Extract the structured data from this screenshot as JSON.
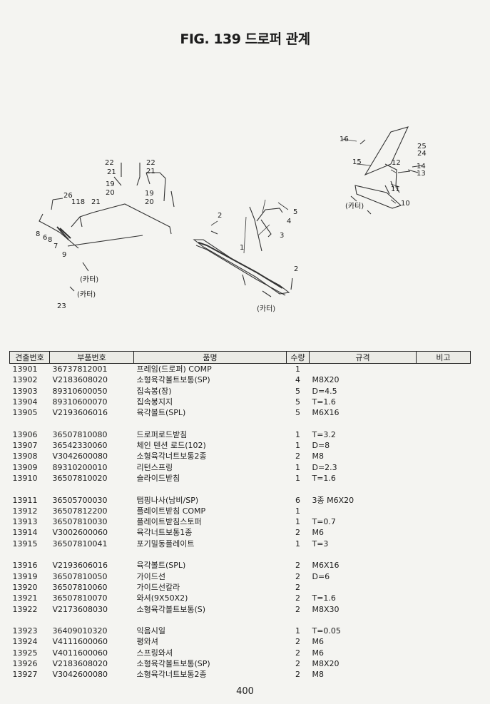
{
  "page_title": "FIG. 139 드로퍼 관계",
  "callouts": {
    "c1": "1",
    "c2a": "2",
    "c2b": "2",
    "c3": "3",
    "c4": "4",
    "c5": "5",
    "c6": "6",
    "c7": "7",
    "c8a": "8",
    "c8b": "8",
    "c9": "9",
    "c10": "10",
    "c11": "11",
    "c12": "12",
    "c13": "13",
    "c14": "14",
    "c15": "15",
    "c16": "16",
    "c118": "118",
    "c19a": "19",
    "c19b": "19",
    "c20a": "20",
    "c20b": "20",
    "c21a": "21",
    "c21b": "21",
    "c21c": "21",
    "c22a": "22",
    "c22b": "22",
    "c23": "23",
    "c24": "24",
    "c25": "25",
    "c26": "26",
    "cutter_a": "(카터)",
    "cutter_b": "(카터)",
    "cutter_c": "(카터)",
    "cutter_d": "(카터)"
  },
  "table": {
    "headers": [
      "견출번호",
      "부품번호",
      "품명",
      "수량",
      "규격",
      "비고"
    ],
    "groups": [
      [
        {
          "ref": "13901",
          "part": "36737812001",
          "name": "프레임(드로퍼) COMP",
          "qty": "1",
          "spec": "",
          "note": ""
        },
        {
          "ref": "13902",
          "part": "V2183608020",
          "name": "소형육각볼트보통(SP)",
          "qty": "4",
          "spec": "M8X20",
          "note": ""
        },
        {
          "ref": "13903",
          "part": "89310600050",
          "name": "집속봉(장)",
          "qty": "5",
          "spec": "D=4.5",
          "note": ""
        },
        {
          "ref": "13904",
          "part": "89310600070",
          "name": "집속봉지지",
          "qty": "5",
          "spec": "T=1.6",
          "note": ""
        },
        {
          "ref": "13905",
          "part": "V2193606016",
          "name": "육각볼트(SPL)",
          "qty": "5",
          "spec": "M6X16",
          "note": ""
        }
      ],
      [
        {
          "ref": "13906",
          "part": "36507810080",
          "name": "드로퍼로드받침",
          "qty": "1",
          "spec": "T=3.2",
          "note": ""
        },
        {
          "ref": "13907",
          "part": "36542330060",
          "name": "체인 텐션 로드(102)",
          "qty": "1",
          "spec": "D=8",
          "note": ""
        },
        {
          "ref": "13908",
          "part": "V3042600080",
          "name": "소형육각너트보통2종",
          "qty": "2",
          "spec": "M8",
          "note": ""
        },
        {
          "ref": "13909",
          "part": "89310200010",
          "name": "리턴스프링",
          "qty": "1",
          "spec": "D=2.3",
          "note": ""
        },
        {
          "ref": "13910",
          "part": "36507810020",
          "name": "슬라이드받침",
          "qty": "1",
          "spec": "T=1.6",
          "note": ""
        }
      ],
      [
        {
          "ref": "13911",
          "part": "36505700030",
          "name": "탭핑나사(남비/SP)",
          "qty": "6",
          "spec": "3종 M6X20",
          "note": ""
        },
        {
          "ref": "13912",
          "part": "36507812200",
          "name": "플레이트받침 COMP",
          "qty": "1",
          "spec": "",
          "note": ""
        },
        {
          "ref": "13913",
          "part": "36507810030",
          "name": "플레이트받침스토퍼",
          "qty": "1",
          "spec": "T=0.7",
          "note": ""
        },
        {
          "ref": "13914",
          "part": "V3002600060",
          "name": "육각너트보통1종",
          "qty": "2",
          "spec": "M6",
          "note": ""
        },
        {
          "ref": "13915",
          "part": "36507810041",
          "name": "포기밀동플레이트",
          "qty": "1",
          "spec": "T=3",
          "note": ""
        }
      ],
      [
        {
          "ref": "13916",
          "part": "V2193606016",
          "name": "육각볼트(SPL)",
          "qty": "2",
          "spec": "M6X16",
          "note": ""
        },
        {
          "ref": "13919",
          "part": "36507810050",
          "name": "가이드선",
          "qty": "2",
          "spec": "D=6",
          "note": ""
        },
        {
          "ref": "13920",
          "part": "36507810060",
          "name": "가이드선칼라",
          "qty": "2",
          "spec": "",
          "note": ""
        },
        {
          "ref": "13921",
          "part": "36507810070",
          "name": "와셔(9X50X2)",
          "qty": "2",
          "spec": "T=1.6",
          "note": ""
        },
        {
          "ref": "13922",
          "part": "V2173608030",
          "name": "소형육각볼트보통(S)",
          "qty": "2",
          "spec": "M8X30",
          "note": ""
        }
      ],
      [
        {
          "ref": "13923",
          "part": "36409010320",
          "name": "익음시일",
          "qty": "1",
          "spec": "T=0.05",
          "note": ""
        },
        {
          "ref": "13924",
          "part": "V4111600060",
          "name": "평와셔",
          "qty": "2",
          "spec": "M6",
          "note": ""
        },
        {
          "ref": "13925",
          "part": "V4011600060",
          "name": "스프링와셔",
          "qty": "2",
          "spec": "M6",
          "note": ""
        },
        {
          "ref": "13926",
          "part": "V2183608020",
          "name": "소형육각볼트보통(SP)",
          "qty": "2",
          "spec": "M8X20",
          "note": ""
        },
        {
          "ref": "13927",
          "part": "V3042600080",
          "name": "소형육각너트보통2종",
          "qty": "2",
          "spec": "M8",
          "note": ""
        }
      ]
    ]
  },
  "page_number": "400"
}
